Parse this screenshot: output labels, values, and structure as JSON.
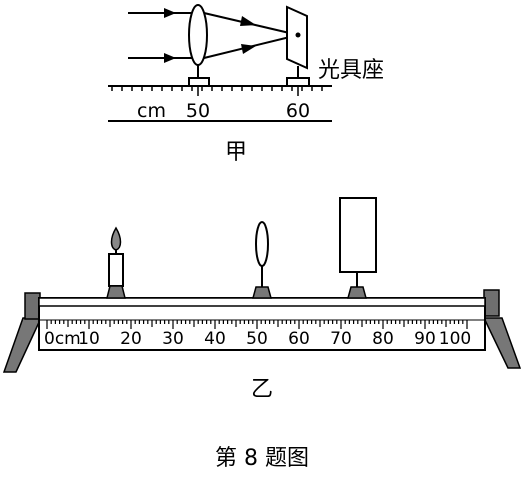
{
  "figure_a": {
    "unit_label": "cm",
    "tick_50": "50",
    "tick_60": "60",
    "holder_label": "光具座",
    "caption": "甲"
  },
  "figure_b": {
    "scale_labels": [
      "0cm",
      "10",
      "20",
      "30",
      "40",
      "50",
      "60",
      "70",
      "80",
      "90",
      "100"
    ],
    "caption": "乙"
  },
  "figure_caption": "第 8 题图"
}
